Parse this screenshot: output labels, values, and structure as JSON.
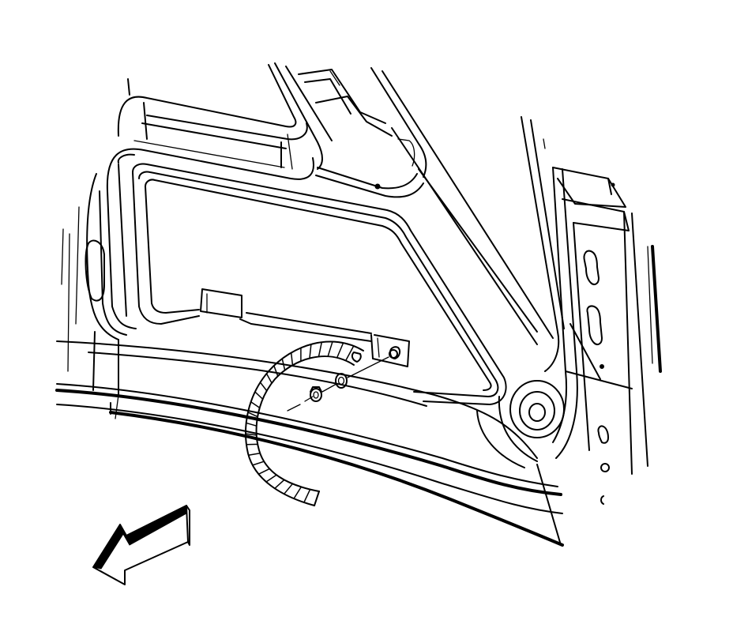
{
  "figure": {
    "background_color": "#ffffff",
    "line_color": "#000000",
    "parts": [
      {
        "id": "body-panel",
        "icon": "inner-body-panel"
      },
      {
        "id": "pillar",
        "icon": "pillar-reinforcement"
      },
      {
        "id": "access-opening",
        "icon": "panel-access-opening"
      },
      {
        "id": "harness",
        "icon": "wiring-harness-conduit"
      },
      {
        "id": "nut",
        "icon": "hex-nut"
      },
      {
        "id": "washer",
        "icon": "washer"
      },
      {
        "id": "stud",
        "icon": "mounting-stud"
      },
      {
        "id": "bracket",
        "icon": "mounting-bracket"
      },
      {
        "id": "grommet",
        "icon": "grommet"
      },
      {
        "id": "direction",
        "icon": "front-of-vehicle-arrow"
      }
    ]
  }
}
